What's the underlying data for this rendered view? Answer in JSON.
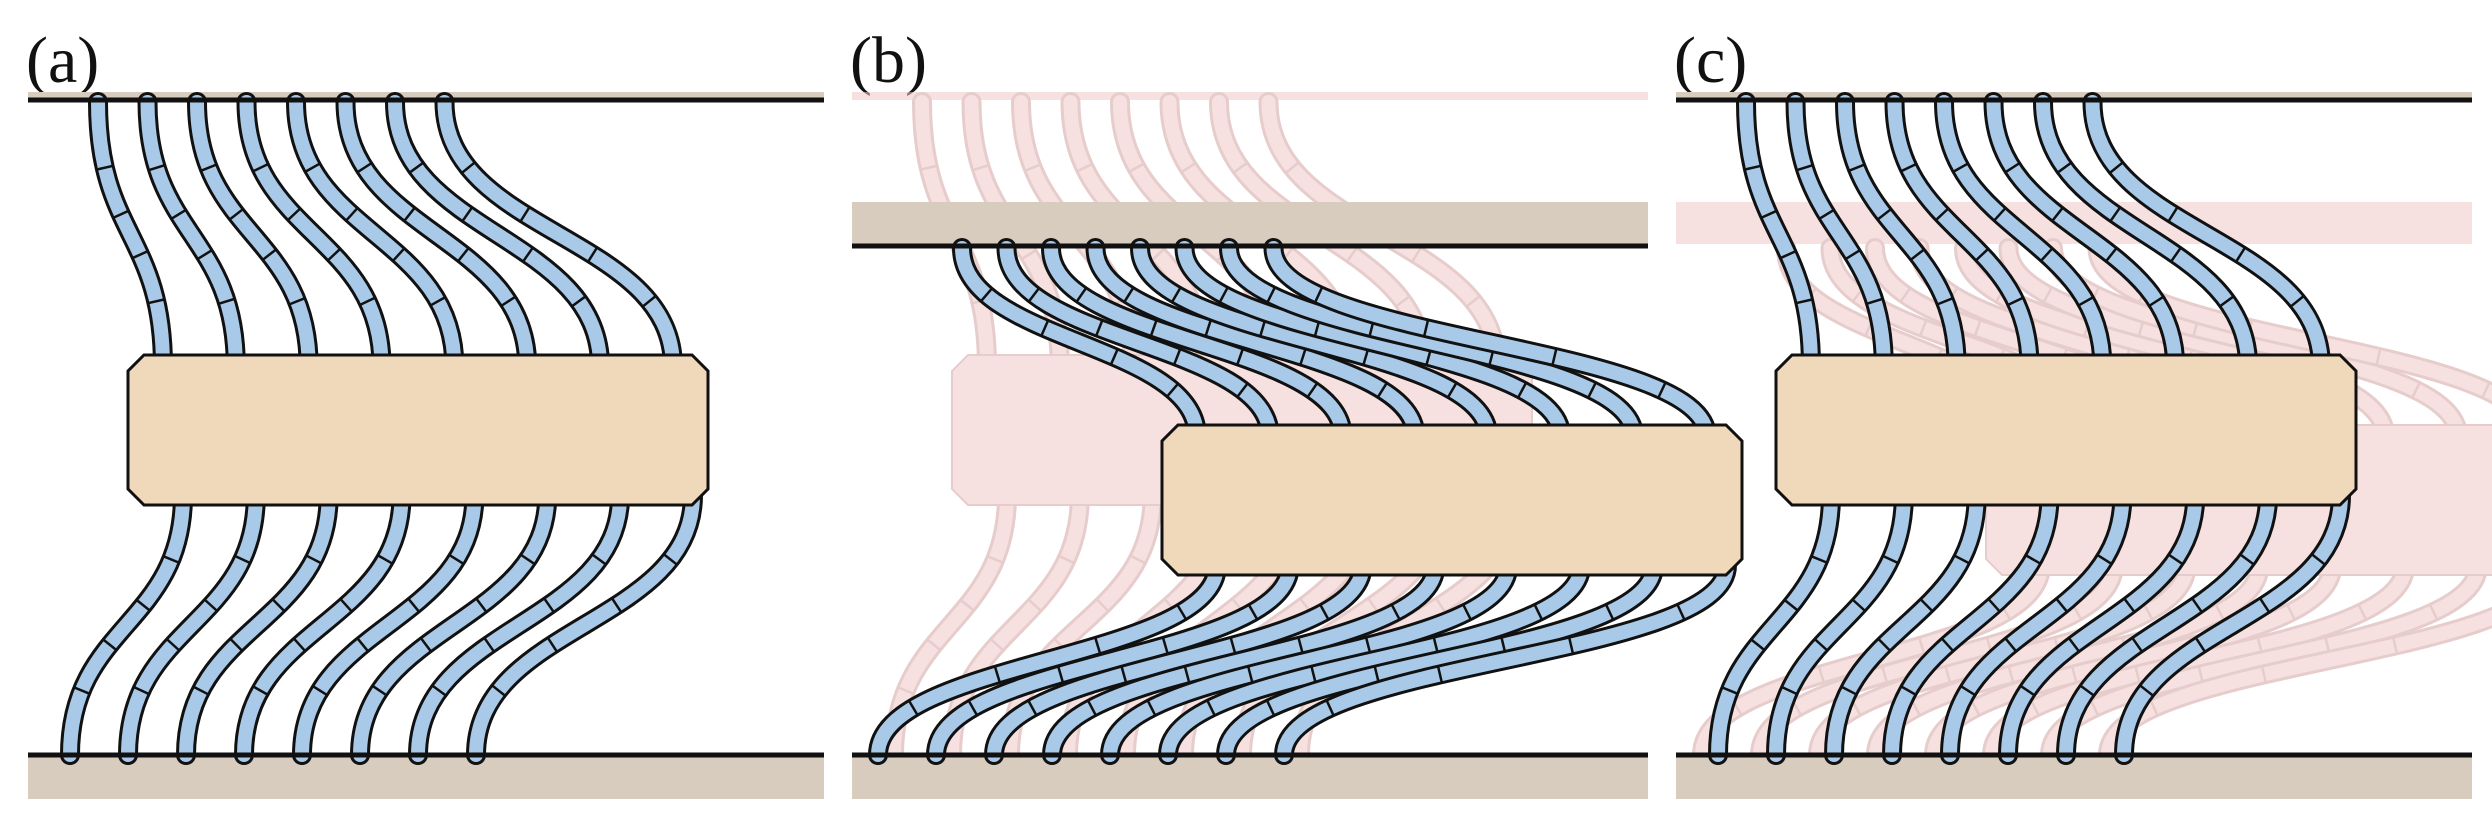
{
  "panels": [
    {
      "label": "(a)",
      "state": "reference"
    },
    {
      "label": "(b)",
      "state": "sheared"
    },
    {
      "label": "(c)",
      "state": "overlay"
    }
  ],
  "colors": {
    "fiber": "#a9c9e8",
    "fiber_stroke": "#111111",
    "block": "#f0d9bb",
    "plate": "#d8ccbf",
    "ghost": "#f0c8c8",
    "ghost_stroke": "#d4a3a3",
    "background": "#ffffff"
  }
}
